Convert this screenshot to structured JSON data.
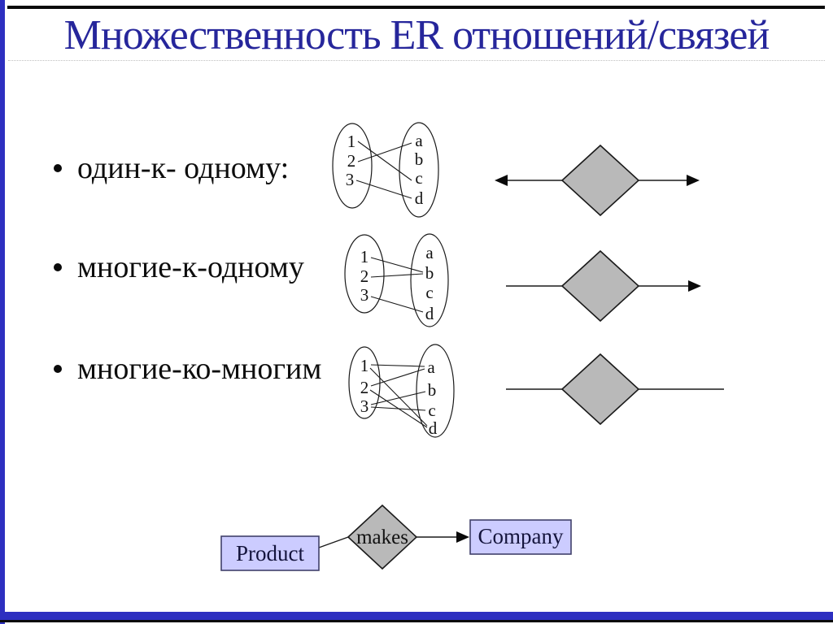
{
  "slide": {
    "title": "Множественность ER отношений/связей"
  },
  "bullets": [
    {
      "label": "один-к- одному:"
    },
    {
      "label": "многие-к-одному"
    },
    {
      "label": "многие-ко-многим"
    }
  ],
  "mappings": [
    {
      "name": "one-to-one",
      "left": [
        "1",
        "2",
        "3"
      ],
      "right": [
        "a",
        "b",
        "c",
        "d"
      ],
      "edges": [
        [
          "2",
          "a"
        ],
        [
          "1",
          "c"
        ],
        [
          "3",
          "d"
        ]
      ]
    },
    {
      "name": "many-to-one",
      "left": [
        "1",
        "2",
        "3"
      ],
      "right": [
        "a",
        "b",
        "c",
        "d"
      ],
      "edges": [
        [
          "1",
          "b"
        ],
        [
          "2",
          "b"
        ],
        [
          "3",
          "d"
        ]
      ]
    },
    {
      "name": "many-to-many",
      "left": [
        "1",
        "2",
        "3"
      ],
      "right": [
        "a",
        "b",
        "c",
        "d"
      ],
      "edges": [
        [
          "1",
          "a"
        ],
        [
          "2",
          "a"
        ],
        [
          "1",
          "d"
        ],
        [
          "2",
          "d"
        ],
        [
          "3",
          "b"
        ],
        [
          "3",
          "c"
        ]
      ]
    }
  ],
  "diamond_notation": [
    {
      "relation": "один-к-одному",
      "left_end": "arrow",
      "right_end": "arrow"
    },
    {
      "relation": "многие-к-одному",
      "left_end": "plain",
      "right_end": "arrow"
    },
    {
      "relation": "многие-ко-многим",
      "left_end": "plain",
      "right_end": "plain"
    }
  ],
  "er_example": {
    "entity_left": "Product",
    "relationship": "makes",
    "entity_right": "Company"
  },
  "colors": {
    "title_text": "#26269b",
    "accent_bar": "#2d2fc0",
    "entity_fill": "#ccccff",
    "diamond_fill": "#b9b9b9"
  }
}
